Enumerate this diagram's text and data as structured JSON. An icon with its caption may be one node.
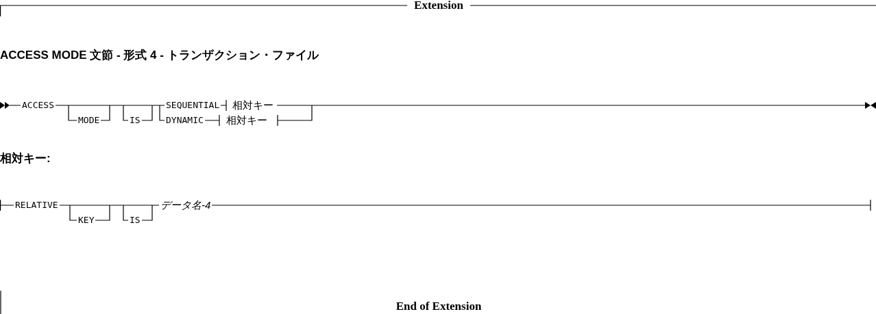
{
  "diagram": {
    "title": "ACCESS MODE 文節 - 形式 4 - トランザクション・ファイル",
    "labels": [
      "Extension",
      "ACCESS",
      "SEQUENTIAL",
      "相対キー",
      "MODE",
      "IS",
      "DYNAMIC",
      "相対キー",
      "相対キー:",
      "RELATIVE",
      "KEY",
      "IS",
      "データ名-4",
      "End of Extension"
    ]
  }
}
